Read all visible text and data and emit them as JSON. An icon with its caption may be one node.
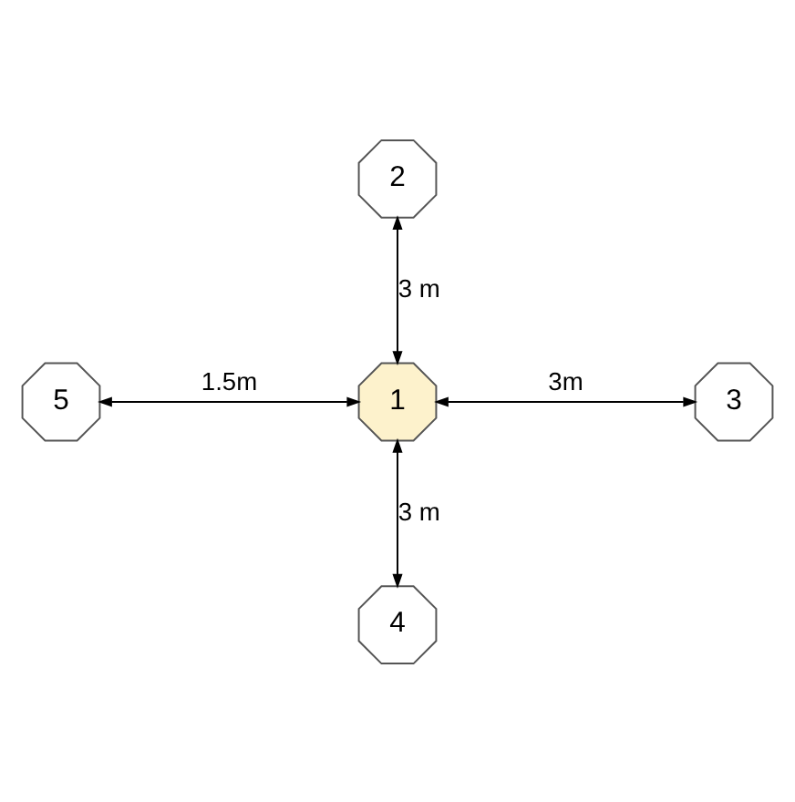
{
  "diagram": {
    "nodes": [
      {
        "text": [
          "2"
        ]
      },
      {
        "text": [
          "5"
        ]
      },
      {
        "text": [
          "1"
        ]
      },
      {
        "text": [
          "3"
        ]
      },
      {
        "text": [
          "4"
        ]
      }
    ],
    "edges": [
      {
        "from": 0,
        "to": 2,
        "arrow": "both",
        "label": "3 m"
      },
      {
        "from": 1,
        "to": 2,
        "arrow": "both",
        "label": "1.5m"
      },
      {
        "from": 2,
        "to": 3,
        "arrow": "both",
        "label": "3m"
      },
      {
        "from": 2,
        "to": 4,
        "arrow": "both",
        "label": "3 m"
      }
    ]
  }
}
